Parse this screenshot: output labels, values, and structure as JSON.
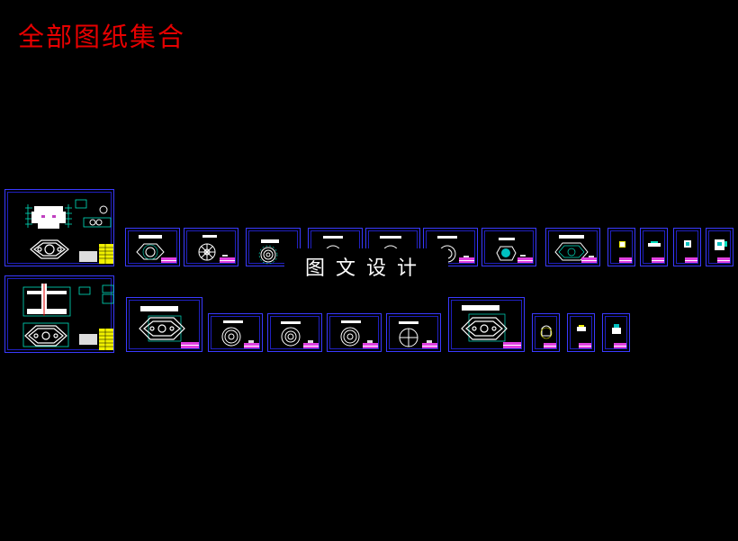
{
  "title": "全部图纸集合",
  "watermark": "图文设计",
  "colors": {
    "background": "#000000",
    "title": "#e60000",
    "sheet_frame": "#3a3aff",
    "title_block": "#e040e0",
    "drawing_lines": "#ffffff",
    "dimension_lines": "#00e0c0",
    "bom_table": "#f0f000",
    "watermark_text": "#ffffff"
  },
  "sheets": [
    {
      "id": "assembly-1",
      "row": 1,
      "type": "assembly"
    },
    {
      "id": "assembly-2",
      "row": 2,
      "type": "assembly"
    },
    {
      "id": "part-r1-1",
      "row": 1,
      "type": "part"
    },
    {
      "id": "part-r1-2",
      "row": 1,
      "type": "part"
    },
    {
      "id": "part-r1-3",
      "row": 1,
      "type": "part"
    },
    {
      "id": "part-r1-4",
      "row": 1,
      "type": "part"
    },
    {
      "id": "part-r1-5",
      "row": 1,
      "type": "part"
    },
    {
      "id": "part-r1-6",
      "row": 1,
      "type": "part"
    },
    {
      "id": "part-r1-7",
      "row": 1,
      "type": "part"
    },
    {
      "id": "part-r1-8",
      "row": 1,
      "type": "part"
    },
    {
      "id": "part-r1-9",
      "row": 1,
      "type": "part"
    },
    {
      "id": "part-r1-10",
      "row": 1,
      "type": "part"
    },
    {
      "id": "part-r1-11",
      "row": 1,
      "type": "part"
    },
    {
      "id": "part-r1-12",
      "row": 1,
      "type": "part"
    },
    {
      "id": "part-r2-1",
      "row": 2,
      "type": "part"
    },
    {
      "id": "part-r2-2",
      "row": 2,
      "type": "part"
    },
    {
      "id": "part-r2-3",
      "row": 2,
      "type": "part"
    },
    {
      "id": "part-r2-4",
      "row": 2,
      "type": "part"
    },
    {
      "id": "part-r2-5",
      "row": 2,
      "type": "part"
    },
    {
      "id": "part-r2-6",
      "row": 2,
      "type": "part"
    },
    {
      "id": "part-r2-7",
      "row": 2,
      "type": "part"
    },
    {
      "id": "part-r2-8",
      "row": 2,
      "type": "part"
    },
    {
      "id": "part-r2-9",
      "row": 2,
      "type": "part"
    }
  ]
}
